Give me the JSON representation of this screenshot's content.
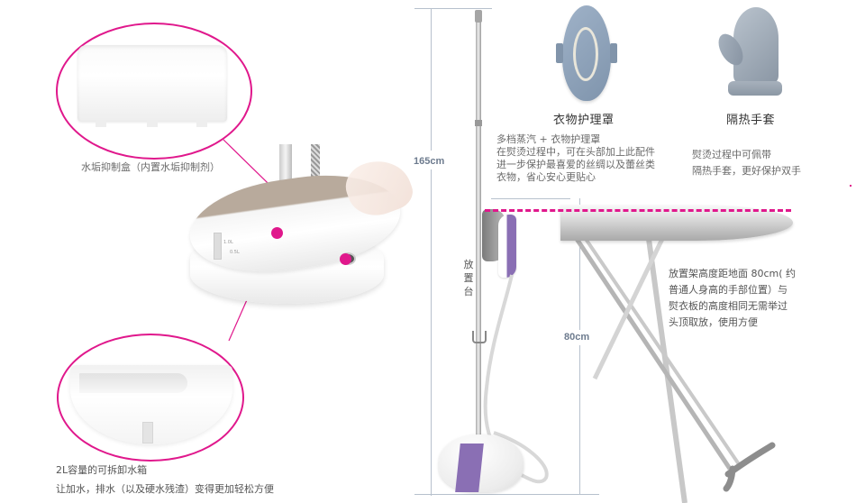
{
  "callouts": {
    "scale_box": {
      "label": "水垢抑制盒（内置水垢抑制剂）"
    },
    "water_tank": {
      "line1": "2L容量的可拆卸水箱",
      "line2": "让加水，排水（以及硬水残渣）变得更加轻松方便"
    }
  },
  "base_unit": {
    "gauge_marks": [
      "1.0L",
      "0.5L"
    ]
  },
  "stand": {
    "height_label": "165cm",
    "holder_label": "放置台",
    "holder_chars": [
      "放",
      "置",
      "台"
    ]
  },
  "accessories": [
    {
      "title": "衣物护理罩",
      "desc": [
        "多档蒸汽 + 衣物护理罩",
        "在熨烫过程中，可在头部加上此配件",
        "进一步保护最喜爱的丝绸以及蕾丝类",
        "衣物，省心安心更贴心"
      ]
    },
    {
      "title": "隔热手套",
      "desc": [
        "熨烫过程中可佩带",
        "隔热手套，更好保护双手"
      ]
    }
  ],
  "ironing_board": {
    "height_label": "80cm",
    "desc": [
      "放置架高度距地面 80cm( 约",
      "普通人身高的手部位置）与",
      "熨衣板的高度相同无需举过",
      "头顶取放，使用方便"
    ]
  },
  "colors": {
    "accent_magenta": "#e0188c",
    "dimension_line": "#b7c1cd",
    "dimension_text": "#6d7b8e",
    "steamer_purple": "#8a6fb4"
  }
}
